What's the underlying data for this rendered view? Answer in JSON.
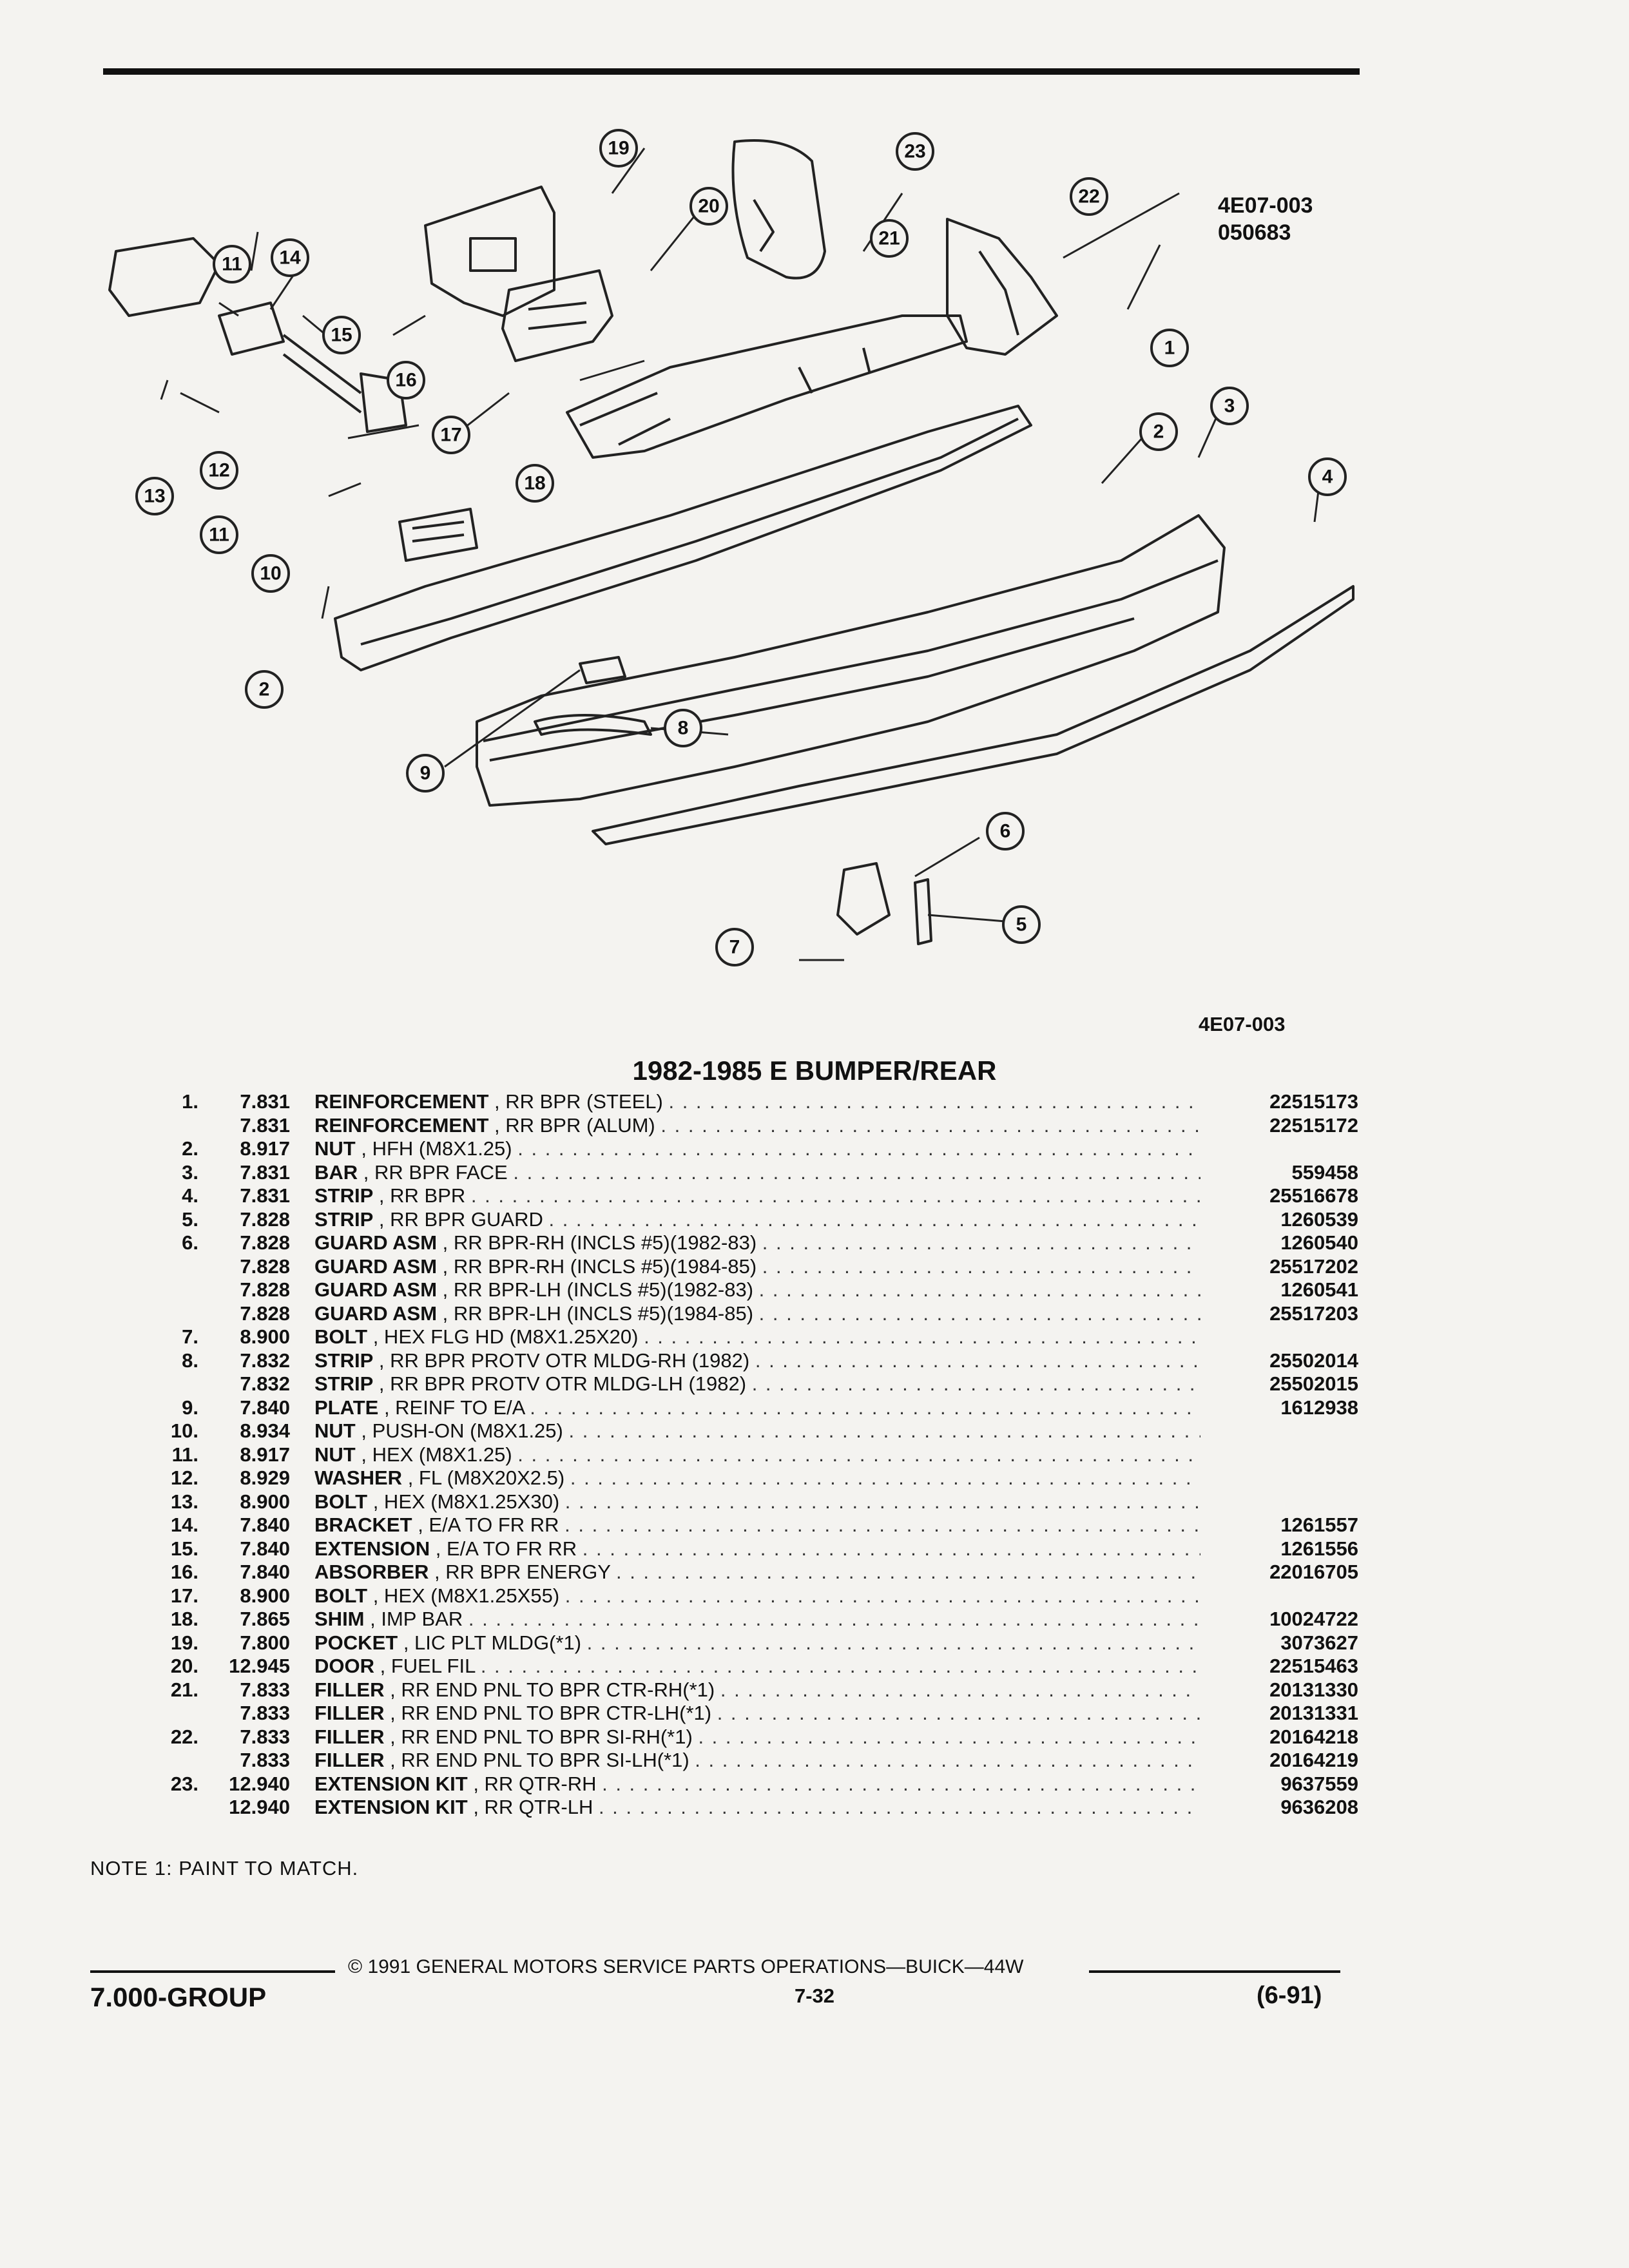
{
  "header": {
    "ref_code": "4E07-003",
    "date_code": "050683",
    "ref_code_bottom": "4E07-003"
  },
  "title": "1982-1985 E BUMPER/REAR",
  "callouts": [
    "1",
    "2",
    "3",
    "4",
    "5",
    "6",
    "7",
    "8",
    "9",
    "10",
    "11",
    "12",
    "13",
    "14",
    "15",
    "16",
    "17",
    "18",
    "19",
    "20",
    "21",
    "22",
    "23",
    "11",
    "2"
  ],
  "parts": [
    {
      "num": "1.",
      "grp": "7.831",
      "name": "REINFORCEMENT",
      "desc": ", RR BPR (STEEL)",
      "pn": "22515173"
    },
    {
      "num": "",
      "grp": "7.831",
      "name": "REINFORCEMENT",
      "desc": ", RR BPR (ALUM)",
      "pn": "22515172"
    },
    {
      "num": "2.",
      "grp": "8.917",
      "name": "NUT",
      "desc": ", HFH (M8X1.25)",
      "pn": ""
    },
    {
      "num": "3.",
      "grp": "7.831",
      "name": "BAR",
      "desc": ", RR BPR FACE",
      "pn": "559458"
    },
    {
      "num": "4.",
      "grp": "7.831",
      "name": "STRIP",
      "desc": ", RR BPR",
      "pn": "25516678"
    },
    {
      "num": "5.",
      "grp": "7.828",
      "name": "STRIP",
      "desc": ", RR BPR GUARD",
      "pn": "1260539"
    },
    {
      "num": "6.",
      "grp": "7.828",
      "name": "GUARD ASM",
      "desc": ", RR BPR-RH (INCLS #5)(1982-83)",
      "pn": "1260540"
    },
    {
      "num": "",
      "grp": "7.828",
      "name": "GUARD ASM",
      "desc": ", RR BPR-RH (INCLS #5)(1984-85)",
      "pn": "25517202"
    },
    {
      "num": "",
      "grp": "7.828",
      "name": "GUARD ASM",
      "desc": ", RR BPR-LH (INCLS #5)(1982-83)",
      "pn": "1260541"
    },
    {
      "num": "",
      "grp": "7.828",
      "name": "GUARD ASM",
      "desc": ", RR BPR-LH (INCLS #5)(1984-85)",
      "pn": "25517203"
    },
    {
      "num": "7.",
      "grp": "8.900",
      "name": "BOLT",
      "desc": ", HEX FLG HD (M8X1.25X20)",
      "pn": ""
    },
    {
      "num": "8.",
      "grp": "7.832",
      "name": "STRIP",
      "desc": ", RR BPR PROTV OTR MLDG-RH (1982)",
      "pn": "25502014"
    },
    {
      "num": "",
      "grp": "7.832",
      "name": "STRIP",
      "desc": ", RR BPR PROTV OTR MLDG-LH (1982)",
      "pn": "25502015"
    },
    {
      "num": "9.",
      "grp": "7.840",
      "name": "PLATE",
      "desc": ", REINF TO E/A",
      "pn": "1612938"
    },
    {
      "num": "10.",
      "grp": "8.934",
      "name": "NUT",
      "desc": ", PUSH-ON (M8X1.25)",
      "pn": ""
    },
    {
      "num": "11.",
      "grp": "8.917",
      "name": "NUT",
      "desc": ", HEX (M8X1.25)",
      "pn": ""
    },
    {
      "num": "12.",
      "grp": "8.929",
      "name": "WASHER",
      "desc": ", FL (M8X20X2.5)",
      "pn": ""
    },
    {
      "num": "13.",
      "grp": "8.900",
      "name": "BOLT",
      "desc": ", HEX (M8X1.25X30)",
      "pn": ""
    },
    {
      "num": "14.",
      "grp": "7.840",
      "name": "BRACKET",
      "desc": ", E/A TO FR RR",
      "pn": "1261557"
    },
    {
      "num": "15.",
      "grp": "7.840",
      "name": "EXTENSION",
      "desc": ", E/A TO FR RR",
      "pn": "1261556"
    },
    {
      "num": "16.",
      "grp": "7.840",
      "name": "ABSORBER",
      "desc": ", RR BPR ENERGY",
      "pn": "22016705"
    },
    {
      "num": "17.",
      "grp": "8.900",
      "name": "BOLT",
      "desc": ", HEX (M8X1.25X55)",
      "pn": ""
    },
    {
      "num": "18.",
      "grp": "7.865",
      "name": "SHIM",
      "desc": ", IMP BAR",
      "pn": "10024722"
    },
    {
      "num": "19.",
      "grp": "7.800",
      "name": "POCKET",
      "desc": ", LIC PLT MLDG(*1)",
      "pn": "3073627"
    },
    {
      "num": "20.",
      "grp": "12.945",
      "name": "DOOR",
      "desc": ", FUEL FIL",
      "pn": "22515463"
    },
    {
      "num": "21.",
      "grp": "7.833",
      "name": "FILLER",
      "desc": ", RR END PNL TO BPR CTR-RH(*1)",
      "pn": "20131330"
    },
    {
      "num": "",
      "grp": "7.833",
      "name": "FILLER",
      "desc": ", RR END PNL TO BPR CTR-LH(*1)",
      "pn": "20131331"
    },
    {
      "num": "22.",
      "grp": "7.833",
      "name": "FILLER",
      "desc": ", RR END PNL TO BPR SI-RH(*1)",
      "pn": "20164218"
    },
    {
      "num": "",
      "grp": "7.833",
      "name": "FILLER",
      "desc": ", RR END PNL TO BPR SI-LH(*1)",
      "pn": "20164219"
    },
    {
      "num": "23.",
      "grp": "12.940",
      "name": "EXTENSION KIT",
      "desc": ", RR QTR-RH",
      "pn": "9637559"
    },
    {
      "num": "",
      "grp": "12.940",
      "name": "EXTENSION KIT",
      "desc": ", RR QTR-LH",
      "pn": "9636208"
    }
  ],
  "note": "NOTE  1:  PAINT TO MATCH.",
  "footer": {
    "copyright": "© 1991  GENERAL MOTORS SERVICE PARTS OPERATIONS—BUICK—44W",
    "group": "7.000-GROUP",
    "page": "7-32",
    "date": "(6-91)"
  }
}
